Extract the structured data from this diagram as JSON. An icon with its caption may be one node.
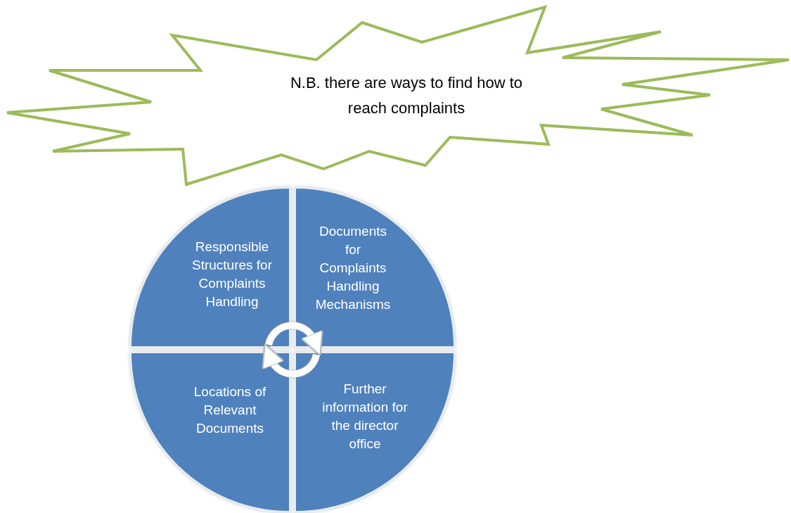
{
  "diagram": {
    "nodes": [
      {
        "text": [
          "N.B. there are ways to find how to reach complaints"
        ]
      },
      {
        "text": [
          "Responsible Structures for Complaints Handling"
        ]
      },
      {
        "text": [
          "Documents for Complaints Handling Mechanisms"
        ]
      },
      {
        "text": [
          "Locations of Relevant Documents"
        ]
      },
      {
        "text": [
          "Further information for the director office"
        ]
      }
    ],
    "edges": [
      {
        "from": 1,
        "to": 2,
        "arrow": "to"
      },
      {
        "from": 4,
        "to": 3,
        "arrow": "to"
      }
    ]
  }
}
